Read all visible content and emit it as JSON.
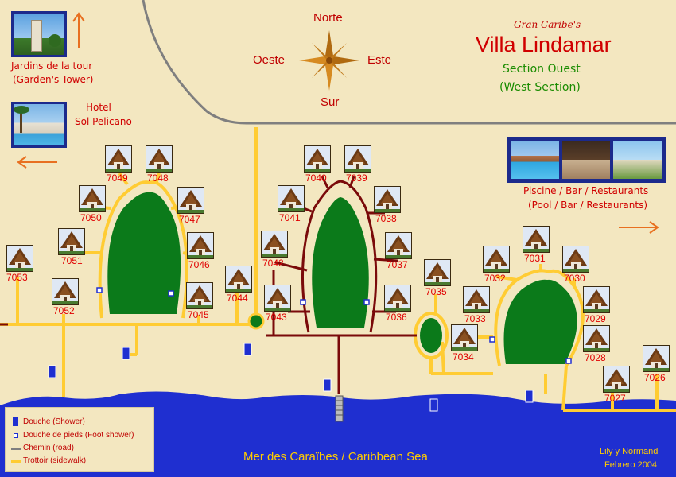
{
  "header": {
    "brand": "Gran Caribe's",
    "title": "Villa Lindamar",
    "section_fr": "Section Ouest",
    "section_en": "(West Section)"
  },
  "compass": {
    "north": "Norte",
    "south": "Sur",
    "east": "Este",
    "west": "Oeste"
  },
  "places": {
    "tower": {
      "line1": "Jardins de la tour",
      "line2": "(Garden's Tower)"
    },
    "hotel": {
      "line1": "Hotel",
      "line2": "Sol Pelicano"
    },
    "pool": {
      "line1": "Piscine / Bar / Restaurants",
      "line2": "(Pool / Bar / Restaurants)"
    }
  },
  "cabins": [
    "7053",
    "7052",
    "7051",
    "7050",
    "7049",
    "7048",
    "7047",
    "7046",
    "7045",
    "7044",
    "7043",
    "7042",
    "7041",
    "7040",
    "7039",
    "7038",
    "7037",
    "7036",
    "7035",
    "7034",
    "7033",
    "7032",
    "7031",
    "7030",
    "7029",
    "7028",
    "7027",
    "7026"
  ],
  "legend": {
    "shower": "Douche (Shower)",
    "foot_shower": "Douche de pieds (Foot shower)",
    "road": "Chemin (road)",
    "sidewalk": "Trottoir (sidewalk)"
  },
  "sea": "Mer des Caraïbes / Caribbean Sea",
  "credits": {
    "author": "Lily y Normand",
    "date": "Febrero 2004"
  },
  "colors": {
    "sand": "#f3e7c0",
    "sidewalk": "#ffcc33",
    "road": "#7a0a0a",
    "garden": "#0b7a1a",
    "sea": "#1f2fd0",
    "label": "#e00000",
    "title": "#d00000",
    "section": "#1a8c00",
    "frame": "#1c2a8c"
  }
}
